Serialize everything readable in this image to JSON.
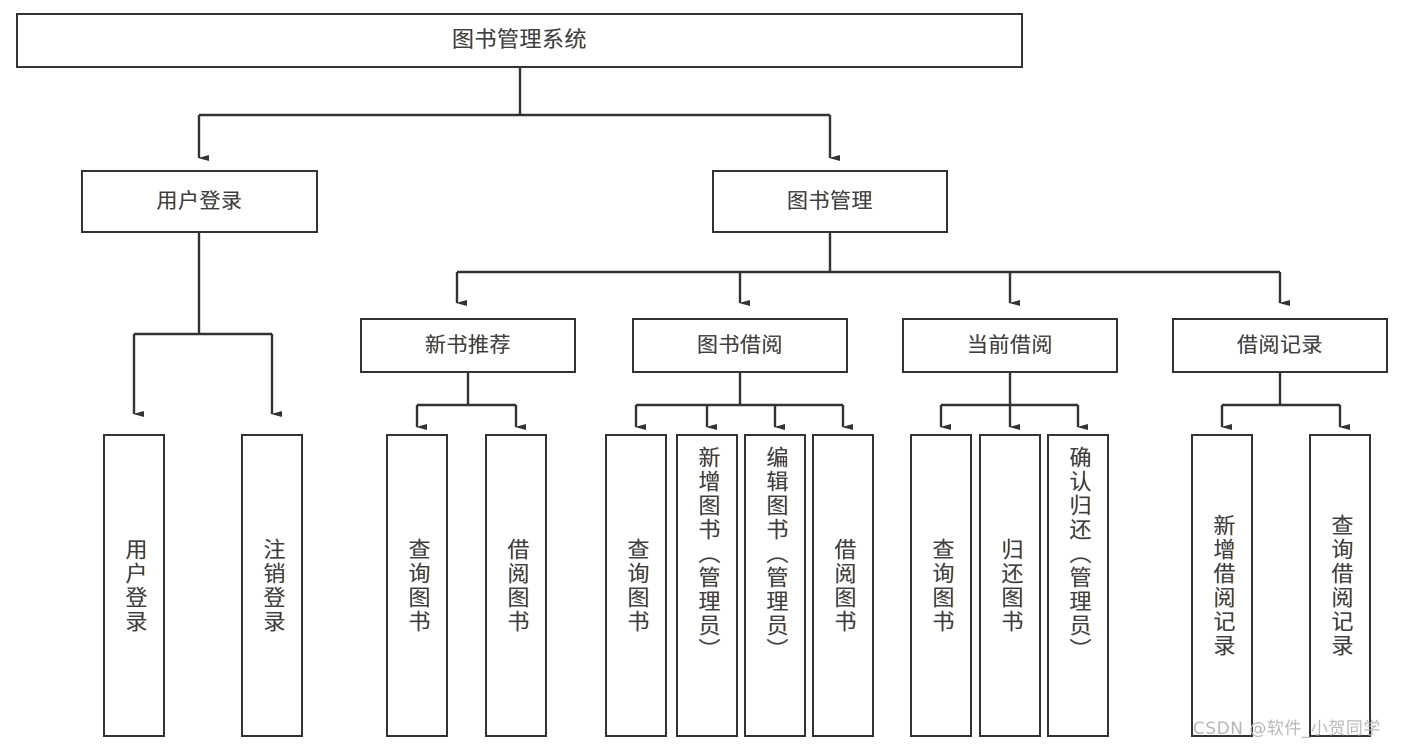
{
  "diagram": {
    "title": "图书管理系统",
    "watermark": "CSDN @软件_小贺同学",
    "stroke_color": "#333333",
    "text_color": "#3f3f3f",
    "background": "#ffffff"
  },
  "nodes": {
    "root": {
      "label": "图书管理系统"
    },
    "level2": [
      {
        "label": "用户登录"
      },
      {
        "label": "图书管理"
      }
    ],
    "level3": [
      {
        "label": "新书推荐"
      },
      {
        "label": "图书借阅"
      },
      {
        "label": "当前借阅"
      },
      {
        "label": "借阅记录"
      }
    ],
    "leaves": {
      "user_login": [
        {
          "label": "用户登录"
        },
        {
          "label": "注销登录"
        }
      ],
      "new_book": [
        {
          "label": "查询图书"
        },
        {
          "label": "借阅图书"
        }
      ],
      "book_borrow": [
        {
          "label": "查询图书"
        },
        {
          "label": "新增图书（管理员）"
        },
        {
          "label": "编辑图书（管理员）"
        },
        {
          "label": "借阅图书"
        }
      ],
      "current_borrow": [
        {
          "label": "查询图书"
        },
        {
          "label": "归还图书"
        },
        {
          "label": "确认归还（管理员）"
        }
      ],
      "borrow_record": [
        {
          "label": "新增借阅记录"
        },
        {
          "label": "查询借阅记录"
        }
      ]
    }
  }
}
